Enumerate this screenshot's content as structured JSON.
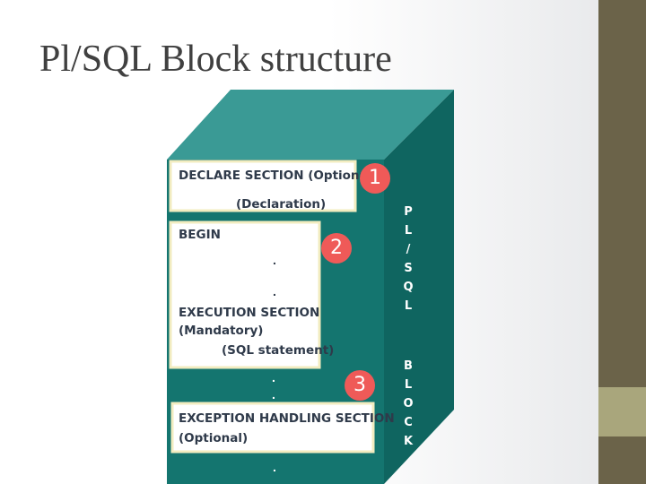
{
  "title": "Pl/SQL Block structure",
  "diagram": {
    "declare": {
      "heading": "DECLARE SECTION (Optional)",
      "sub": "(Declaration)",
      "badge": "1"
    },
    "execution": {
      "begin": "BEGIN",
      "badge": "2",
      "dot1": ".",
      "dot2": ".",
      "heading": "EXECUTION SECTION",
      "sub1": "(Mandatory)",
      "sub2": "(SQL statement)"
    },
    "gap_dots": [
      ".",
      "."
    ],
    "exception": {
      "badge": "3",
      "heading": "EXCEPTION HANDLING SECTION",
      "sub": "(Optional)"
    },
    "end_dot": ".",
    "side_label_top": [
      "P",
      "L",
      "/",
      "S",
      "Q",
      "L"
    ],
    "side_label_bottom": [
      "B",
      "L",
      "O",
      "C",
      "K"
    ]
  },
  "colors": {
    "cube_front": "#14756f",
    "cube_top": "#3a9a95",
    "cube_side": "#0f6560",
    "section_fill": "#ffffff",
    "section_border": "#f2ecc0",
    "badge": "#ef5a58",
    "side_bar": "#6b6349",
    "side_accent": "#a9a67c"
  }
}
